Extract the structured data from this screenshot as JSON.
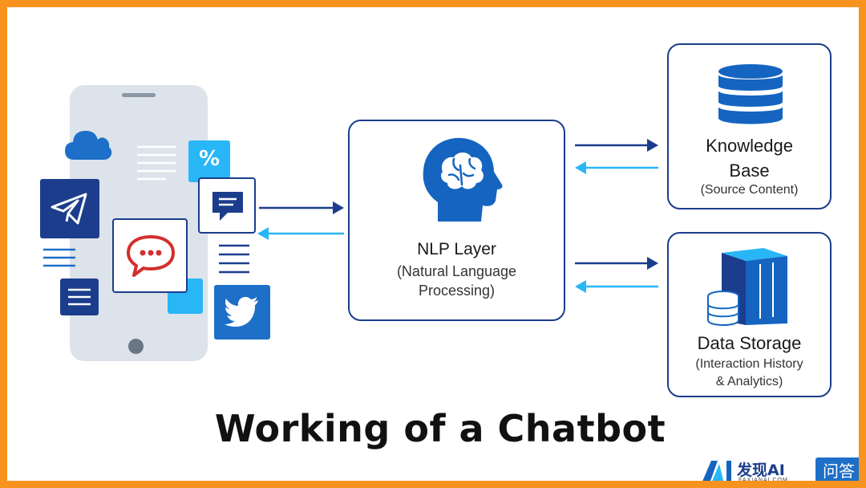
{
  "title": "Working of a Chatbot",
  "nlp": {
    "heading": "NLP Layer",
    "line1": "(Natural Language",
    "line2": "Processing)"
  },
  "knowledge": {
    "line1": "Knowledge",
    "line2": "Base",
    "sub": "(Source Content)"
  },
  "storage": {
    "heading": "Data Storage",
    "line1": "(Interaction History",
    "line2": "& Analytics)"
  },
  "phone_icons": {
    "percent": "%"
  },
  "watermark": {
    "brand": "发现AI",
    "sub": "FAXIANAI.COM",
    "badge": "问答"
  },
  "colors": {
    "border": "#f7931e",
    "navy": "#1b3d8c",
    "blue": "#1565c0",
    "cyan": "#29b6f6",
    "phone": "#dde3ea"
  }
}
